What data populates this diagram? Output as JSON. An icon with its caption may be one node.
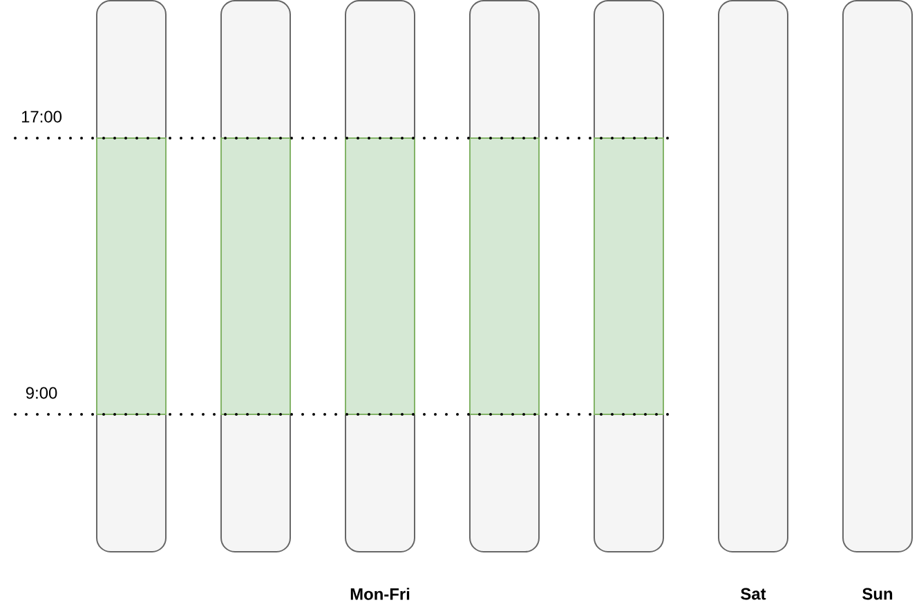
{
  "diagram": {
    "nodes": [
      {
        "text": [],
        "shape": "box"
      },
      {
        "text": [],
        "shape": "bar",
        "in": 0
      },
      {
        "text": [],
        "shape": "box"
      },
      {
        "text": [],
        "shape": "bar",
        "in": 2
      },
      {
        "text": [],
        "shape": "box"
      },
      {
        "text": [],
        "shape": "bar",
        "in": 4
      },
      {
        "text": [],
        "shape": "box"
      },
      {
        "text": [],
        "shape": "bar",
        "in": 6
      },
      {
        "text": [],
        "shape": "box"
      },
      {
        "text": [],
        "shape": "bar",
        "in": 8
      },
      {
        "text": [],
        "shape": "box",
        "beside": [
          "Sat"
        ]
      },
      {
        "text": [],
        "shape": "box",
        "beside": [
          "Sun"
        ]
      }
    ],
    "labels": [
      "17:00",
      "9:00",
      "Mon-Fri"
    ]
  }
}
